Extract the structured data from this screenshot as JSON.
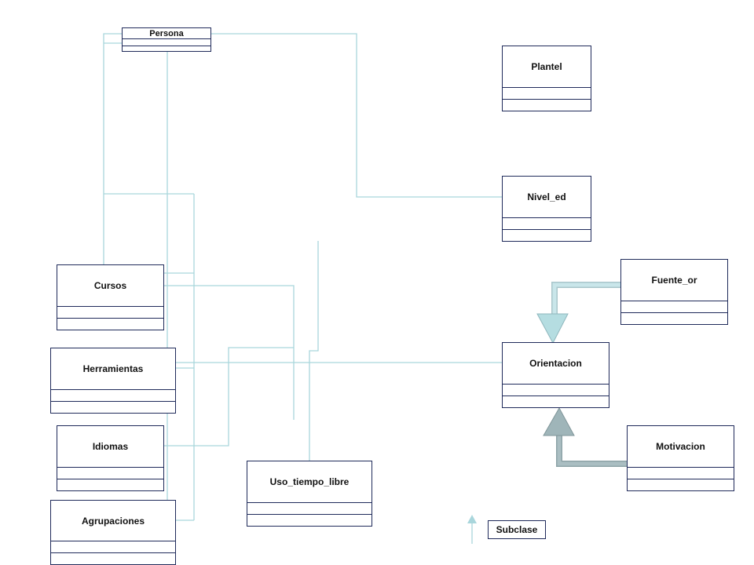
{
  "classes": {
    "persona": "Persona",
    "plantel": "Plantel",
    "nivel_ed": "Nivel_ed",
    "fuente_or": "Fuente_or",
    "cursos": "Cursos",
    "herramientas": "Herramientas",
    "orientacion": "Orientacion",
    "idiomas": "Idiomas",
    "motivacion": "Motivacion",
    "uso_tiempo_libre": "Uso_tiempo_libre",
    "agrupaciones": "Agrupaciones"
  },
  "legend": {
    "subclase": "Subclase"
  },
  "colors": {
    "line": "#a9d6dc",
    "border": "#1f2a5a",
    "arrow_light": "#b5dde1",
    "arrow_dark": "#9fb5b9"
  }
}
